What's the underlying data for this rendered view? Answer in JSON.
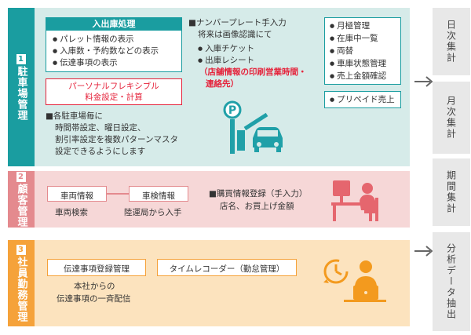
{
  "colors": {
    "teal": "#1a9da0",
    "teal_bg": "#d6ebe9",
    "pink": "#e48a8e",
    "pink_bg": "#f6d7d7",
    "orange": "#f5a23a",
    "orange_bg": "#fce3be",
    "red": "#e5233b",
    "gray_box": "#e8e8e8",
    "icon_teal": "#20a0a8",
    "icon_orange": "#f39a1e"
  },
  "sections": {
    "parking": {
      "num": "1",
      "label": "駐車場管理",
      "inout": {
        "title": "入出庫処理",
        "items": [
          "パレット情報の表示",
          "入庫数・予約数などの表示",
          "伝達事項の表示"
        ]
      },
      "flex_box": {
        "line1": "パーソナルフレキシブル",
        "line2": "料金設定・計算"
      },
      "per_lot": {
        "title": "■各駐車場毎に",
        "lines": [
          "時間帯設定、曜日設定、",
          "割引率設定を複数パターンマスタ",
          "設定できるようにします"
        ]
      },
      "plate": {
        "title": "■ナンバープレート手入力",
        "subtitle": "将来は画像認識にて",
        "items": [
          "入庫チケット",
          "出庫レシート"
        ],
        "note_line1": "（店舗情報の印刷営業時間・",
        "note_line2": "連絡先）"
      },
      "monthly_box": {
        "items": [
          "月極管理",
          "在庫中一覧",
          "両替",
          "車庫状態管理",
          "売上金額確認"
        ]
      },
      "prepaid": "プリペイド売上",
      "icon_letter": "P"
    },
    "customer": {
      "num": "2",
      "label": "顧客管理",
      "vehicle_info": "車両情報",
      "vehicle_search": "車両検索",
      "inspection_info": "車検情報",
      "from_land_bureau": "陸運局から入手",
      "purchase_title": "■購買情報登録（手入力）",
      "purchase_sub": "店名、お買上げ金額"
    },
    "staff": {
      "num": "3",
      "label": "社員勤務管理",
      "message_box": "伝達事項登録管理",
      "message_desc_line1": "本社からの",
      "message_desc_line2": "伝達事項の一斉配信",
      "time_recorder": "タイムレコーダー（勤怠管理）"
    }
  },
  "right_column": {
    "daily": "日次集計",
    "monthly": "月次集計",
    "period": "期間集計",
    "analysis": "分析データ抽出"
  }
}
